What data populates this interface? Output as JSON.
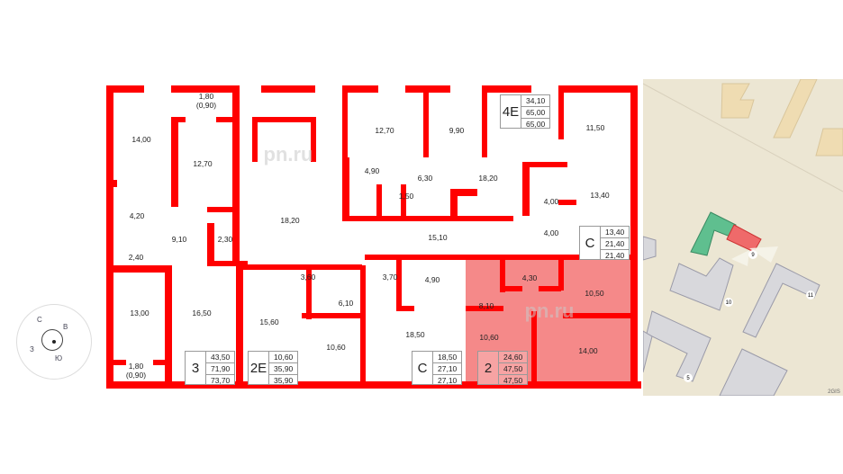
{
  "rooms": [
    {
      "area": "14,00"
    },
    {
      "area": "1,80\n(0,90)"
    },
    {
      "area": "12,70"
    },
    {
      "area": "4,20"
    },
    {
      "area": "9,10"
    },
    {
      "area": "2,30"
    },
    {
      "area": "2,40"
    },
    {
      "area": "18,20"
    },
    {
      "area": "13,00"
    },
    {
      "area": "16,50"
    },
    {
      "area": "1,80\n(0,90)"
    },
    {
      "area": "15,60"
    },
    {
      "area": "3,60"
    },
    {
      "area": "6,10"
    },
    {
      "area": "10,60"
    },
    {
      "area": "12,70"
    },
    {
      "area": "9,90"
    },
    {
      "area": "4,90"
    },
    {
      "area": "6,30"
    },
    {
      "area": "1,50"
    },
    {
      "area": "18,20"
    },
    {
      "area": "11,50"
    },
    {
      "area": "13,40"
    },
    {
      "area": "4,00"
    },
    {
      "area": "4,00"
    },
    {
      "area": "15,10"
    },
    {
      "area": "3,70"
    },
    {
      "area": "4,90"
    },
    {
      "area": "4,30"
    },
    {
      "area": "10,50"
    },
    {
      "area": "8,10"
    },
    {
      "area": "18,50"
    },
    {
      "area": "10,60"
    },
    {
      "area": "14,00"
    }
  ],
  "apartments": [
    {
      "type": "3",
      "living": "43,50",
      "total": "71,90",
      "total_balcony": "73,70"
    },
    {
      "type": "2E",
      "living": "10,60",
      "total": "35,90",
      "total_balcony": "35,90"
    },
    {
      "type": "4E",
      "living": "34,10",
      "total": "65,00",
      "total_balcony": "65,00"
    },
    {
      "type": "C",
      "living": "13,40",
      "total": "21,40",
      "total_balcony": "21,40"
    },
    {
      "type": "C",
      "living": "18,50",
      "total": "27,10",
      "total_balcony": "27,10"
    },
    {
      "type": "2",
      "living": "24,60",
      "total": "47,50",
      "total_balcony": "47,50",
      "selected": true
    }
  ],
  "watermark": "pn.ru",
  "compass": {
    "north": "С",
    "east": "В",
    "south": "Ю",
    "west": "З"
  },
  "map": {
    "building_labels": [
      "9",
      "10",
      "11",
      "5"
    ],
    "attribution": "2GIS"
  },
  "colors": {
    "wall": "#ff0000",
    "selected": "#f47c7c",
    "map_bg": "#ece6d3",
    "building": "#d8d8dc",
    "section_green": "#5fbf8f",
    "section_red": "#ef6a6a"
  }
}
